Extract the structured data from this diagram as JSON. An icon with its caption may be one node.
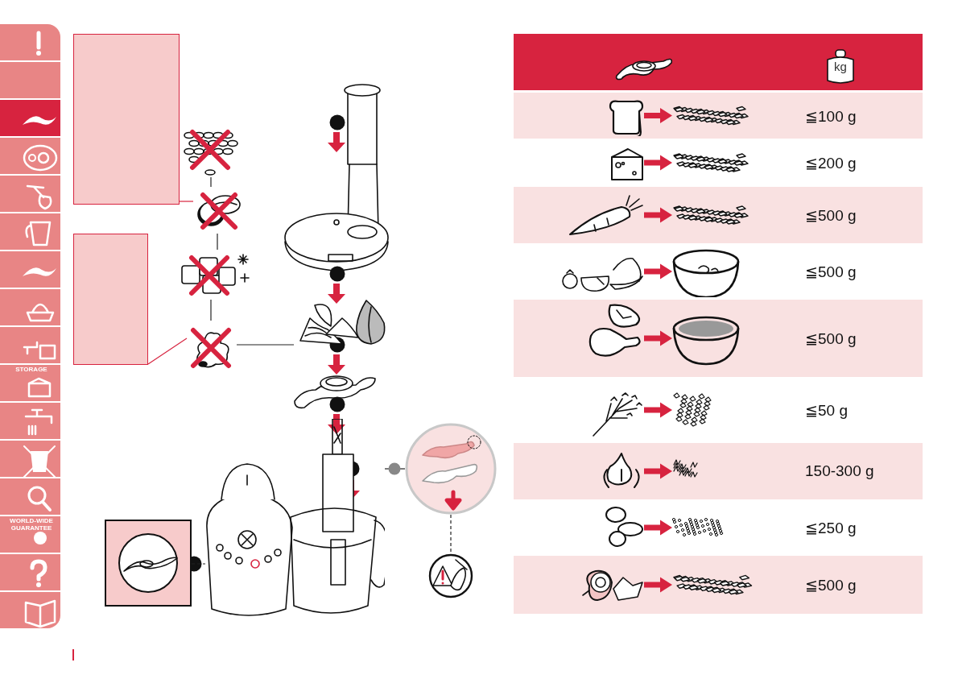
{
  "diagram": {
    "nodes": [
      {
        "text": [],
        "shape": "box"
      },
      {
        "text": [],
        "shape": "box"
      },
      {
        "text": [],
        "shape": "picture"
      },
      {
        "text": [],
        "shape": "picture"
      },
      {
        "text": [],
        "shape": "picture"
      },
      {
        "text": [],
        "shape": "picture"
      },
      {
        "text": [],
        "shape": "picture"
      },
      {
        "text": [],
        "shape": "box"
      },
      {
        "text": [],
        "shape": "picture"
      },
      {
        "text": [],
        "shape": "picture"
      },
      {
        "text": [],
        "shape": "picture"
      },
      {
        "text": [],
        "shape": "picture"
      },
      {
        "text": [],
        "shape": "picture"
      },
      {
        "text": [],
        "shape": "picture"
      },
      {
        "text": [],
        "shape": "picture"
      },
      {
        "text": [],
        "shape": "picture"
      },
      {
        "text": [],
        "shape": "picture"
      },
      {
        "text": [],
        "shape": "picture"
      },
      {
        "text": [],
        "shape": "picture"
      },
      {
        "text": [],
        "shape": "picture"
      },
      {
        "text": [],
        "shape": "picture"
      },
      {
        "text": [],
        "shape": "picture"
      },
      {
        "text": [],
        "shape": "picture"
      },
      {
        "text": [],
        "shape": "picture"
      },
      {
        "text": [],
        "shape": "picture"
      },
      {
        "text": [],
        "shape": "picture"
      },
      {
        "text": [],
        "shape": "picture"
      },
      {
        "text": [],
        "shape": "picture"
      },
      {
        "text": [],
        "shape": "picture"
      }
    ],
    "edges": [
      {
        "from": 0,
        "to": 3,
        "arrow": "none",
        "color": "#d7233f"
      },
      {
        "from": 1,
        "to": 5,
        "arrow": "none",
        "color": "#d7233f"
      },
      {
        "from": 2,
        "to": 3,
        "arrow": "none",
        "color": "#222222"
      },
      {
        "from": 3,
        "to": 4,
        "arrow": "none",
        "color": "#222222"
      },
      {
        "from": 4,
        "to": 5,
        "arrow": "none",
        "color": "#222222"
      },
      {
        "from": 5,
        "to": 6,
        "arrow": "none",
        "color": "#222222"
      },
      {
        "from": 7,
        "to": 8,
        "arrow": "none",
        "style": "dashed",
        "color": "#222222"
      },
      {
        "from": 8,
        "to": 9,
        "arrow": "none",
        "color": "#222222"
      },
      {
        "from": 9,
        "to": 10,
        "arrow": "none",
        "style": "dashed",
        "color": "#222222"
      },
      {
        "from": 11,
        "to": 12,
        "arrow": "to",
        "style": "thick",
        "color": "#d7233f"
      },
      {
        "from": 13,
        "to": 14,
        "arrow": "to",
        "style": "thick",
        "color": "#d7233f"
      },
      {
        "from": 15,
        "to": 16,
        "arrow": "to",
        "style": "thick",
        "color": "#d7233f"
      },
      {
        "from": 17,
        "to": 18,
        "arrow": "to",
        "style": "thick",
        "color": "#d7233f"
      },
      {
        "from": 19,
        "to": 20,
        "arrow": "to",
        "style": "thick",
        "color": "#d7233f"
      },
      {
        "from": 21,
        "to": 22,
        "arrow": "to",
        "style": "thick",
        "color": "#d7233f"
      },
      {
        "from": 23,
        "to": 24,
        "arrow": "to",
        "style": "thick",
        "color": "#d7233f"
      },
      {
        "from": 25,
        "to": 26,
        "arrow": "to",
        "style": "thick",
        "color": "#d7233f"
      },
      {
        "from": 27,
        "to": 28,
        "arrow": "to",
        "style": "thick",
        "color": "#d7233f"
      }
    ],
    "labels": [
      "STORAGE",
      "WORLD-WIDE GUARANTEE",
      "kg",
      "≦100 g",
      "≦200 g",
      "≦500 g",
      "≦500 g",
      "≦500 g",
      "≦50 g",
      "150-300 g",
      "≦250 g",
      "≦500 g"
    ]
  }
}
